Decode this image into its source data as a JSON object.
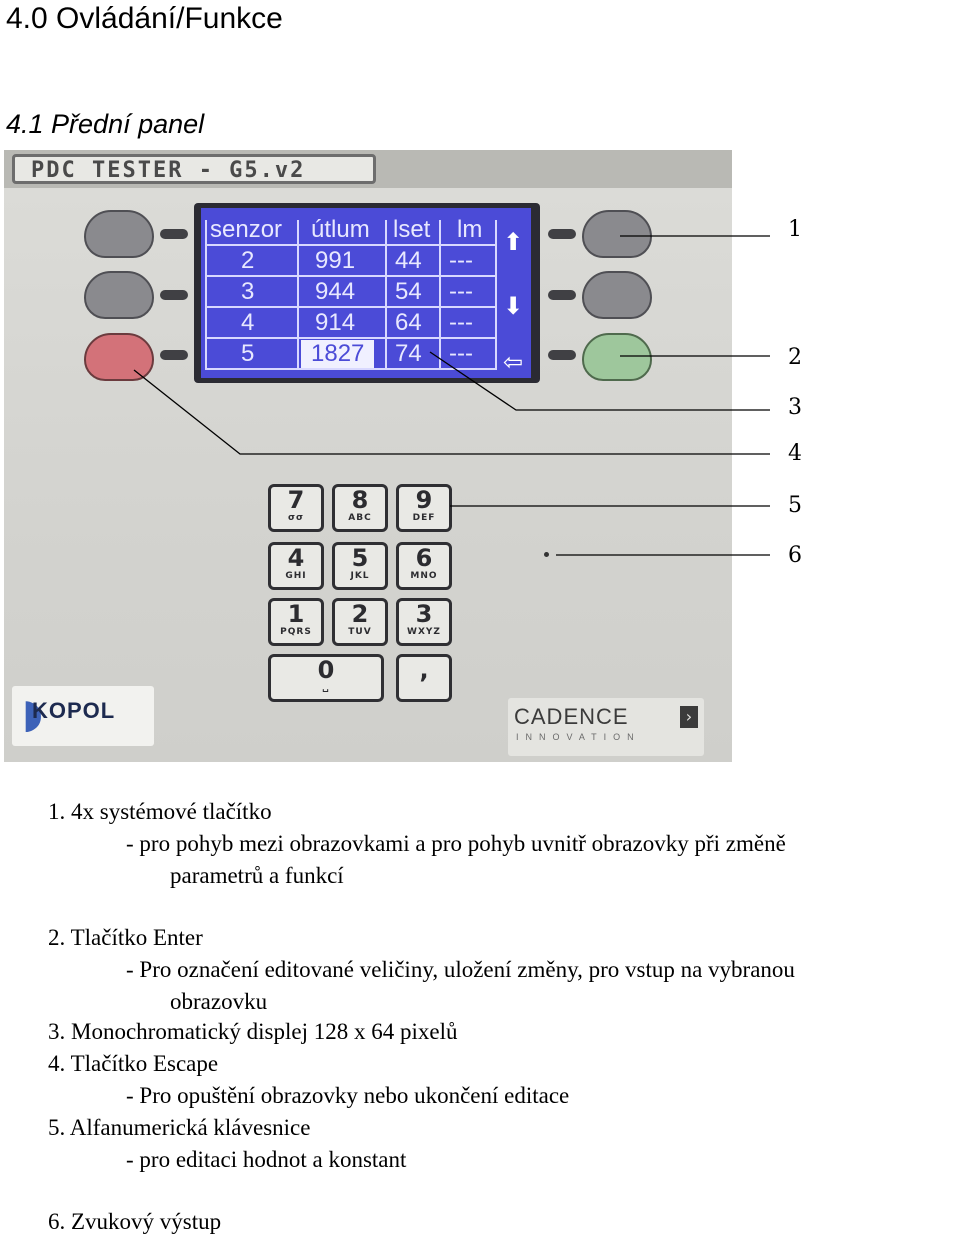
{
  "heading": "4.0 Ovládání/Funkce",
  "subheading": "4.1 Přední panel",
  "device": {
    "brand_label": "PDC TESTER - G5.v2",
    "screen": {
      "header": [
        "senzor",
        "útlum",
        "lset",
        "lm"
      ],
      "rows": [
        [
          "2",
          "991",
          "44",
          "---"
        ],
        [
          "3",
          "944",
          "54",
          "---"
        ],
        [
          "4",
          "914",
          "64",
          "---"
        ],
        [
          "5",
          "1827",
          "74",
          "---"
        ]
      ],
      "icons": [
        "arrow-up-icon",
        "arrow-down-icon",
        "enter-icon"
      ]
    },
    "keypad": [
      {
        "num": "7",
        "sub": "σσ"
      },
      {
        "num": "8",
        "sub": "ABC"
      },
      {
        "num": "9",
        "sub": "DEF"
      },
      {
        "num": "4",
        "sub": "GHI"
      },
      {
        "num": "5",
        "sub": "JKL"
      },
      {
        "num": "6",
        "sub": "MNO"
      },
      {
        "num": "1",
        "sub": "PQRS"
      },
      {
        "num": "2",
        "sub": "TUV"
      },
      {
        "num": "3",
        "sub": "WXYZ"
      },
      {
        "num": "0",
        "sub": "␣"
      },
      {
        "num": ",",
        "sub": ""
      }
    ],
    "logo_left": "KOPOL",
    "logo_right": "CADENCE",
    "logo_right_sub": "INNOVATION",
    "callouts": [
      "1",
      "2",
      "3",
      "4",
      "5",
      "6"
    ]
  },
  "list": {
    "i1": "1.  4x systémové tlačítko",
    "i1_d1": "-   pro pohyb mezi obrazovkami a pro pohyb uvnitř obrazovky při změně",
    "i1_d2": "parametrů a funkcí",
    "i2": "2.  Tlačítko Enter",
    "i2_d1": "-   Pro označení editované veličiny, uložení změny, pro vstup na vybranou",
    "i2_d2": "obrazovku",
    "i3": "3.  Monochromatický displej 128 x 64 pixelů",
    "i4": "4.  Tlačítko Escape",
    "i4_d1": "-   Pro opuštění obrazovky nebo ukončení editace",
    "i5": "5.  Alfanumerická klávesnice",
    "i5_d1": "-   pro editaci hodnot a konstant",
    "i6": "6.  Zvukový výstup"
  }
}
